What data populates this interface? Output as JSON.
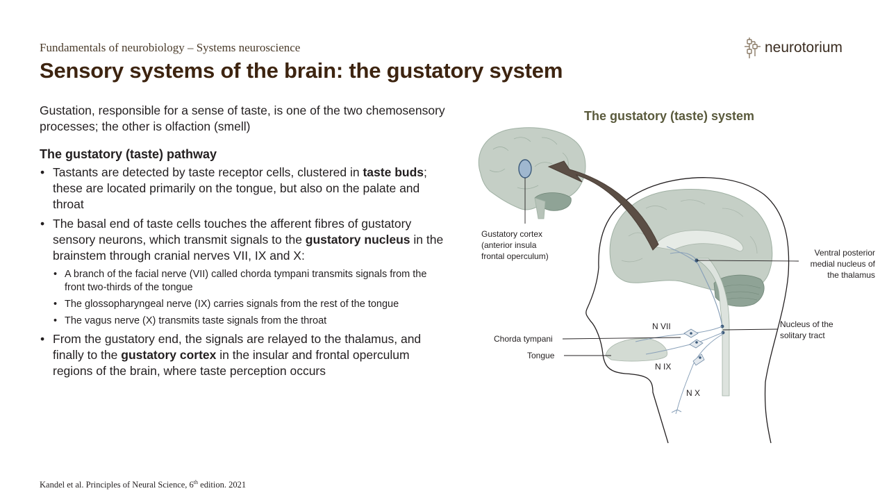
{
  "header": {
    "subtitle": "Fundamentals of neurobiology – Systems neuroscience",
    "title": "Sensory systems of the brain: the gustatory system",
    "logo_text": "neurotorium"
  },
  "intro": "Gustation, responsible for a sense of taste, is one of the two chemosensory processes; the other is olfaction (smell)",
  "pathway": {
    "heading": "The gustatory (taste) pathway",
    "b1": {
      "pre": "Tastants are detected by taste receptor cells, clustered in ",
      "bold": "taste buds",
      "post": "; these are located primarily on the tongue, but also on the palate and throat"
    },
    "b2": {
      "pre": "The basal end of taste cells touches the afferent fibres of gustatory sensory neurons, which transmit signals to the ",
      "bold": "gustatory nucleus",
      "post": " in the brainstem through cranial nerves VII, IX and X:",
      "sub": [
        "A branch of the facial nerve (VII) called chorda tympani transmits signals from the front two-thirds of the tongue",
        "The glossopharyngeal nerve (IX) carries signals from the rest of the tongue",
        "The vagus nerve (X) transmits taste signals from the throat"
      ]
    },
    "b3": {
      "pre": "From the gustatory end, the signals are relayed to the thalamus, and finally to the ",
      "bold": "gustatory cortex",
      "post": " in the insular and frontal operculum regions of the brain, where taste perception occurs"
    }
  },
  "figure": {
    "title": "The gustatory (taste) system",
    "labels": {
      "cortex_l1": "Gustatory cortex",
      "cortex_l2": "(anterior insula",
      "cortex_l3": "frontal operculum)",
      "vpm_l1": "Ventral posterior",
      "vpm_l2": "medial nucleus of",
      "vpm_l3": "the thalamus",
      "nts_l1": "Nucleus of the",
      "nts_l2": "solitary tract",
      "chorda": "Chorda tympani",
      "tongue": "Tongue",
      "n7": "N VII",
      "n9": "N IX",
      "n10": "N X"
    },
    "colors": {
      "brain": "#c5cfc6",
      "cerebellum": "#8fa396",
      "arrow": "#5b4e45",
      "nerve": "#8aa1b9"
    }
  },
  "footer": {
    "pre": "Kandel et al. Principles of Neural Science, 6",
    "sup": "th",
    "post": " edition. 2021"
  }
}
